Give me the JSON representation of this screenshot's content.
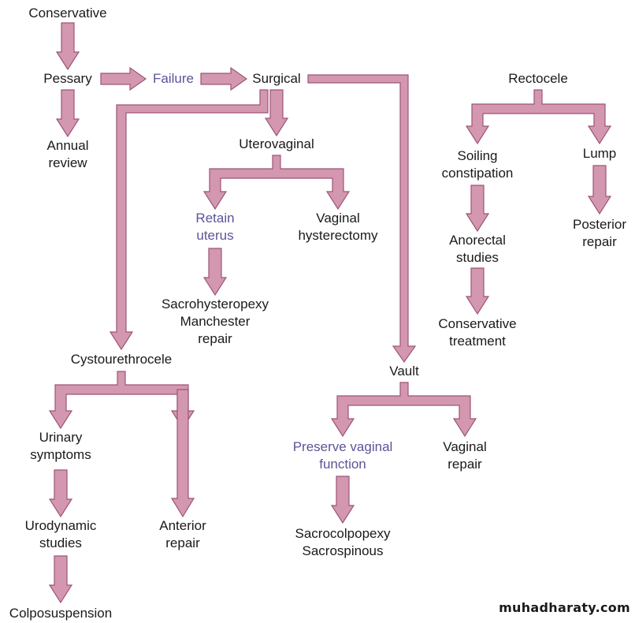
{
  "diagram": {
    "title": "Management of pelvic organ prolapse",
    "colors": {
      "arrow_fill": "#d497b0",
      "arrow_stroke": "#9c5577",
      "accent_text": "#5b5499",
      "text": "#1a1a1a"
    },
    "nodes": {
      "conservative": "Conservative",
      "pessary": "Pessary",
      "annual_review": [
        "Annual",
        "review"
      ],
      "failure": "Failure",
      "surgical": "Surgical",
      "uterovaginal": "Uterovaginal",
      "retain_uterus": [
        "Retain",
        "uterus"
      ],
      "vaginal_hysterectomy": [
        "Vaginal",
        "hysterectomy"
      ],
      "sacrohysteropexy": [
        "Sacrohysteropexy",
        "Manchester",
        "repair"
      ],
      "cystourethrocele": "Cystourethrocele",
      "urinary_symptoms": [
        "Urinary",
        "symptoms"
      ],
      "anterior_repair": [
        "Anterior",
        "repair"
      ],
      "urodynamic_studies": [
        "Urodynamic",
        "studies"
      ],
      "colposuspension": "Colposuspension",
      "vault": "Vault",
      "preserve_vaginal_function": [
        "Preserve vaginal",
        "function"
      ],
      "vaginal_repair": [
        "Vaginal",
        "repair"
      ],
      "sacrocolpopexy": [
        "Sacrocolpopexy",
        "Sacrospinous"
      ],
      "rectocele": "Rectocele",
      "soiling_constipation": [
        "Soiling",
        "constipation"
      ],
      "lump": "Lump",
      "anorectal_studies": [
        "Anorectal",
        "studies"
      ],
      "posterior_repair": [
        "Posterior",
        "repair"
      ],
      "conservative_treatment": [
        "Conservative",
        "treatment"
      ]
    },
    "edges": [
      [
        "conservative",
        "pessary"
      ],
      [
        "pessary",
        "annual_review"
      ],
      [
        "pessary",
        "failure"
      ],
      [
        "failure",
        "surgical"
      ],
      [
        "surgical",
        "uterovaginal"
      ],
      [
        "surgical",
        "cystourethrocele"
      ],
      [
        "surgical",
        "vault"
      ],
      [
        "uterovaginal",
        "retain_uterus"
      ],
      [
        "uterovaginal",
        "vaginal_hysterectomy"
      ],
      [
        "retain_uterus",
        "sacrohysteropexy"
      ],
      [
        "cystourethrocele",
        "urinary_symptoms"
      ],
      [
        "cystourethrocele",
        "anterior_repair"
      ],
      [
        "urinary_symptoms",
        "urodynamic_studies"
      ],
      [
        "urodynamic_studies",
        "colposuspension"
      ],
      [
        "vault",
        "preserve_vaginal_function"
      ],
      [
        "vault",
        "vaginal_repair"
      ],
      [
        "preserve_vaginal_function",
        "sacrocolpopexy"
      ],
      [
        "rectocele",
        "soiling_constipation"
      ],
      [
        "rectocele",
        "lump"
      ],
      [
        "soiling_constipation",
        "anorectal_studies"
      ],
      [
        "anorectal_studies",
        "conservative_treatment"
      ],
      [
        "lump",
        "posterior_repair"
      ]
    ]
  },
  "watermark": "muhadharaty.com"
}
